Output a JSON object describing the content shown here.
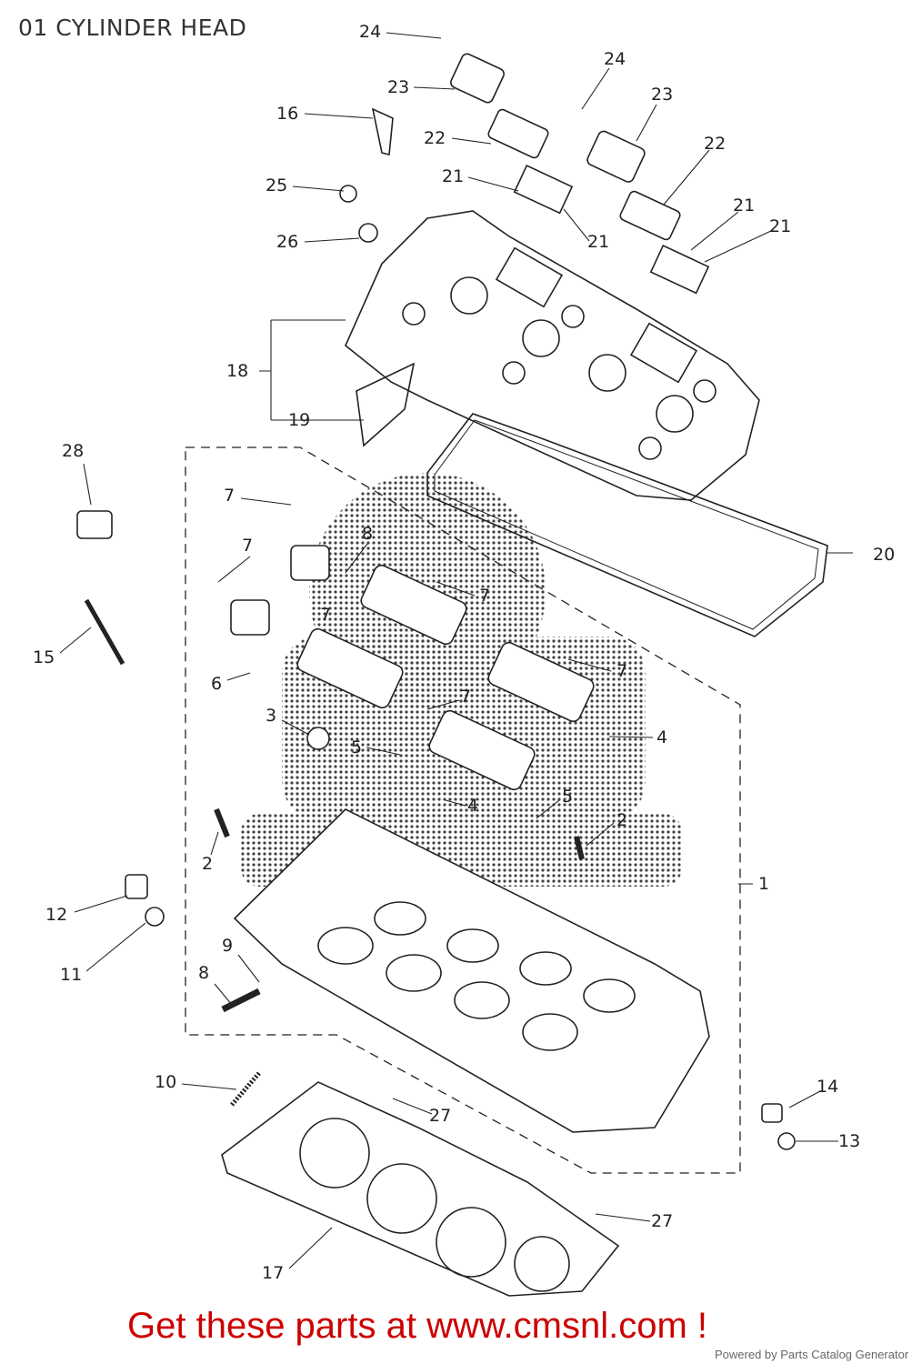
{
  "title": "01 CYLINDER HEAD",
  "callouts": [
    "24",
    "23",
    "16",
    "22",
    "24",
    "23",
    "22",
    "21",
    "25",
    "21",
    "21",
    "21",
    "26",
    "18",
    "19",
    "28",
    "20",
    "7",
    "8",
    "7",
    "7",
    "7",
    "15",
    "6",
    "7",
    "7",
    "3",
    "4",
    "5",
    "4",
    "5",
    "2",
    "1",
    "2",
    "12",
    "11",
    "9",
    "8",
    "10",
    "14",
    "13",
    "27",
    "27",
    "17"
  ],
  "footer": {
    "cta": "Get these parts at www.cmsnl.com !",
    "powered_by": "Powered by Parts Catalog Generator"
  },
  "colors": {
    "cta": "#cc0000",
    "line": "#222222"
  }
}
